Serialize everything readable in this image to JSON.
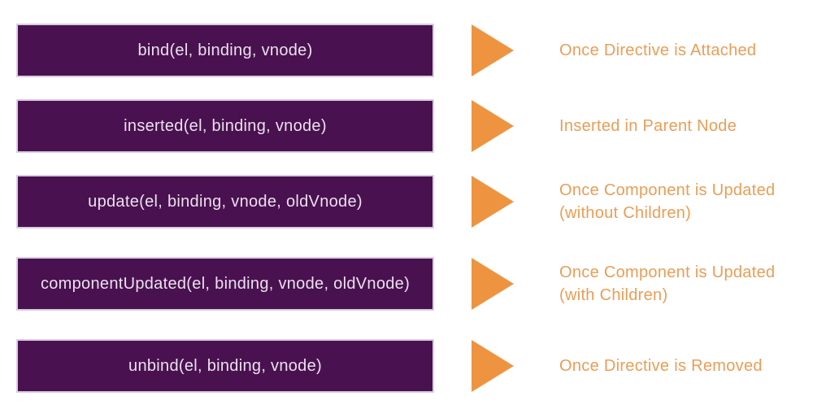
{
  "title": "Vue directive lifecycle hooks diagram",
  "colors": {
    "purple": "#4a1150",
    "box-border": "#d8cde0",
    "box-text": "#e9e2ec",
    "orange": "#ee9440",
    "orange-text": "#eb9d55",
    "bg": "#ffffff"
  },
  "rows": [
    {
      "hook": "bind(el, binding, vnode)",
      "result_lines": [
        "Once Directive is Attached"
      ]
    },
    {
      "hook": "inserted(el, binding, vnode)",
      "result_lines": [
        "Inserted in Parent Node"
      ]
    },
    {
      "hook": "update(el, binding, vnode, oldVnode)",
      "result_lines": [
        "Once Component is Updated",
        "(without Children)"
      ]
    },
    {
      "hook": "componentUpdated(el, binding, vnode, oldVnode)",
      "result_lines": [
        "Once Component is Updated",
        "(with Children)"
      ]
    },
    {
      "hook": "unbind(el, binding, vnode)",
      "result_lines": [
        "Once Directive is Removed"
      ]
    }
  ]
}
